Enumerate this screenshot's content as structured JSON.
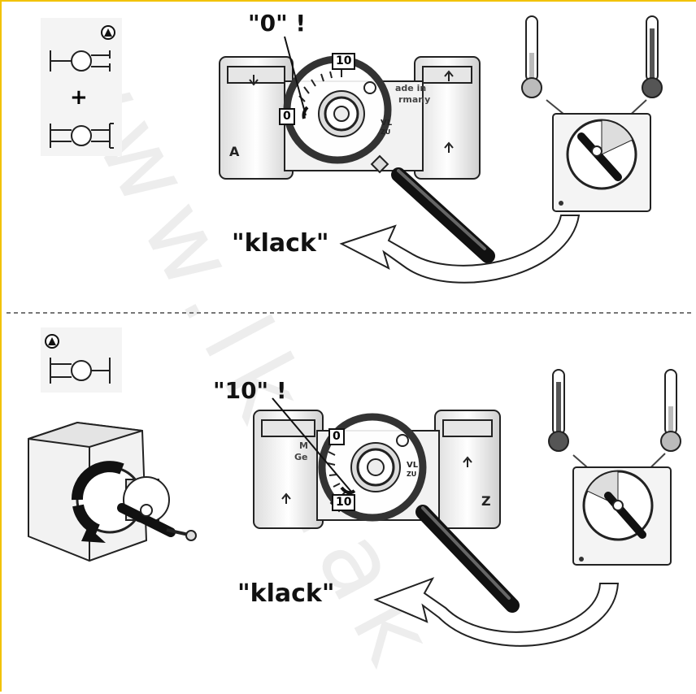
{
  "watermark": "www.lkt2ak",
  "colors": {
    "frame": "#f2c200",
    "thermo_hot": "#555555",
    "thermo_cold": "#bbbbbb"
  },
  "top": {
    "plus_sign": "+",
    "callout": "\"0\" !",
    "klack": "\"klack\"",
    "scale_max": "10",
    "scale_min": "0",
    "letter_side": "A",
    "plate_text_line1": "ade in",
    "plate_text_line2": "rmany",
    "vl_label": "VL",
    "zu_label": "ZU"
  },
  "bottom": {
    "callout": "\"10\" !",
    "klack": "\"klack\"",
    "scale_top": "0",
    "scale_bottom": "10",
    "letter_side": "Z",
    "plate_text_line1": "M",
    "plate_text_line2": "Ge",
    "vl_label": "VL",
    "zu_label": "ZU"
  },
  "icons": [
    "pump-up-icon",
    "valve-symbol-icon",
    "thermometer-icon",
    "actuator-icon",
    "magnifier-icon",
    "curved-arrow-icon",
    "screw-icon"
  ]
}
